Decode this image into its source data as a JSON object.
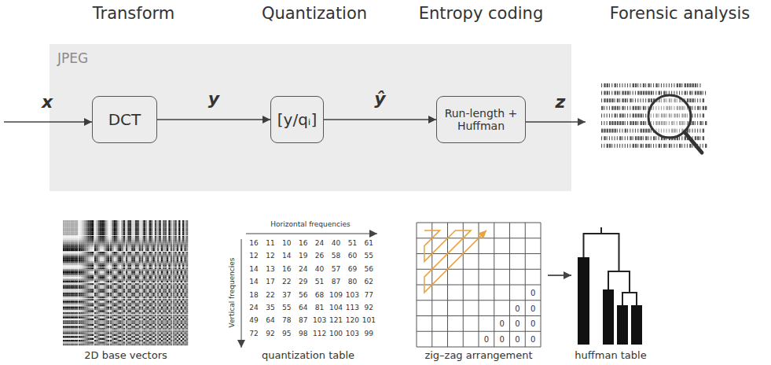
{
  "diagram": {
    "nodes": [
      {
        "text": [
          "JPEG"
        ]
      },
      {
        "text": [
          "DCT"
        ],
        "in": 0
      },
      {
        "text": [
          "[y/qᵢ]"
        ],
        "in": 0
      },
      {
        "text": [
          "Run-length + Huffman"
        ],
        "in": 0
      }
    ],
    "edges": [
      {
        "from": 1,
        "to": 2,
        "arrow": "to",
        "label": "y"
      },
      {
        "from": 2,
        "to": 3,
        "arrow": "to",
        "label": "ŷ"
      }
    ],
    "labels": [
      "Transform",
      "Quantization",
      "Entropy coding",
      "Forensic analysis",
      "x",
      "z",
      "Horizontal frequencies",
      "Vertical frequencies",
      "16",
      "11",
      "10",
      "16",
      "24",
      "40",
      "51",
      "61",
      "12",
      "12",
      "14",
      "19",
      "26",
      "58",
      "60",
      "55",
      "14",
      "13",
      "16",
      "24",
      "40",
      "57",
      "69",
      "56",
      "14",
      "17",
      "22",
      "29",
      "51",
      "87",
      "80",
      "62",
      "18",
      "22",
      "37",
      "56",
      "68",
      "109",
      "103",
      "77",
      "24",
      "35",
      "55",
      "64",
      "81",
      "104",
      "113",
      "92",
      "49",
      "64",
      "78",
      "87",
      "103",
      "121",
      "120",
      "101",
      "72",
      "92",
      "95",
      "98",
      "112",
      "100",
      "103",
      "99",
      "0",
      "0",
      "0",
      "0",
      "0",
      "0",
      "0",
      "0",
      "0",
      "0",
      "2D base vectors",
      "quantization table",
      "zig–zag arrangement",
      "huffman table"
    ]
  }
}
